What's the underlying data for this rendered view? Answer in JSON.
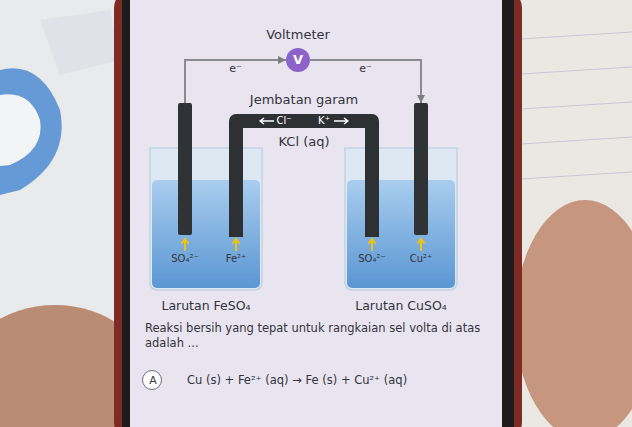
{
  "diagram": {
    "nodes": [
      {
        "text": [
          "Voltmeter",
          "V"
        ]
      },
      {
        "text": [
          "Jembatan garam",
          "Cl⁻",
          "K⁺",
          "KCl (aq)"
        ]
      },
      {
        "text": [
          "SO₄²⁻",
          "Fe²⁺",
          "Larutan FeSO₄"
        ]
      },
      {
        "text": [
          "SO₄²⁻",
          "Cu²⁺",
          "Larutan CuSO₄"
        ]
      },
      {
        "text": [
          "A"
        ]
      }
    ],
    "edges": [
      {
        "from": 2,
        "to": 0,
        "arrow": "to",
        "label": "e⁻"
      },
      {
        "from": 0,
        "to": 3,
        "arrow": "to",
        "label": "e⁻"
      }
    ],
    "labels": [
      "Reaksi bersih yang tepat untuk rangkaian sel volta di atas adalah ...",
      "Cu (s) + Fe²⁺ (aq) → Fe (s) + Cu²⁺ (aq)"
    ]
  }
}
